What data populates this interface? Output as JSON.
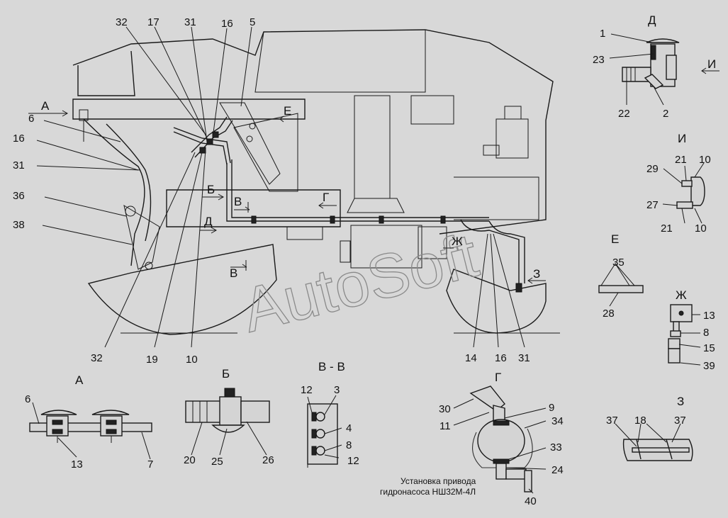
{
  "watermark": "AutoSoft",
  "main_labels": {
    "l32_top": "32",
    "l17": "17",
    "l31_top": "31",
    "l16_top": "16",
    "l5": "5",
    "l6_left": "6",
    "l16_left": "16",
    "l31_left": "31",
    "l36": "36",
    "l38": "38",
    "l32_bottom": "32",
    "l19": "19",
    "l10_bottom": "10",
    "l14": "14",
    "l16_bottom": "16",
    "l31_bottom": "31"
  },
  "view_marks": {
    "a": "А",
    "e": "Е",
    "b": "Б",
    "v1": "В",
    "v2": "В",
    "g": "Г",
    "d": "Д",
    "zh": "Ж",
    "z": "З"
  },
  "view_d": {
    "title": "Д",
    "arrow": "И",
    "labels": {
      "l1": "1",
      "l23": "23",
      "l22": "22",
      "l2": "2"
    }
  },
  "view_i": {
    "title": "И",
    "labels": {
      "l29": "29",
      "l21a": "21",
      "l10a": "10",
      "l27": "27",
      "l21b": "21",
      "l10b": "10"
    }
  },
  "view_e": {
    "title": "Е",
    "labels": {
      "l35": "35",
      "l28": "28"
    }
  },
  "view_zh": {
    "title": "Ж",
    "labels": {
      "l13": "13",
      "l8": "8",
      "l15": "15",
      "l39": "39"
    }
  },
  "view_a": {
    "title": "А",
    "labels": {
      "l6": "6",
      "l13": "13",
      "l7": "7"
    }
  },
  "view_b": {
    "title": "Б",
    "labels": {
      "l20": "20",
      "l25": "25",
      "l26": "26"
    }
  },
  "view_vv": {
    "title": "В - В",
    "labels": {
      "l12a": "12",
      "l3": "3",
      "l4": "4",
      "l8": "8",
      "l12b": "12"
    }
  },
  "view_g": {
    "title": "Г",
    "labels": {
      "l30": "30",
      "l11": "11",
      "l9": "9",
      "l34": "34",
      "l33": "33",
      "l24": "24",
      "l40": "40"
    },
    "caption_line1": "Установка привода",
    "caption_line2": "гидронасоса НШ32М-4Л"
  },
  "view_z": {
    "title": "З",
    "labels": {
      "l37a": "37",
      "l18": "18",
      "l37b": "37"
    }
  }
}
